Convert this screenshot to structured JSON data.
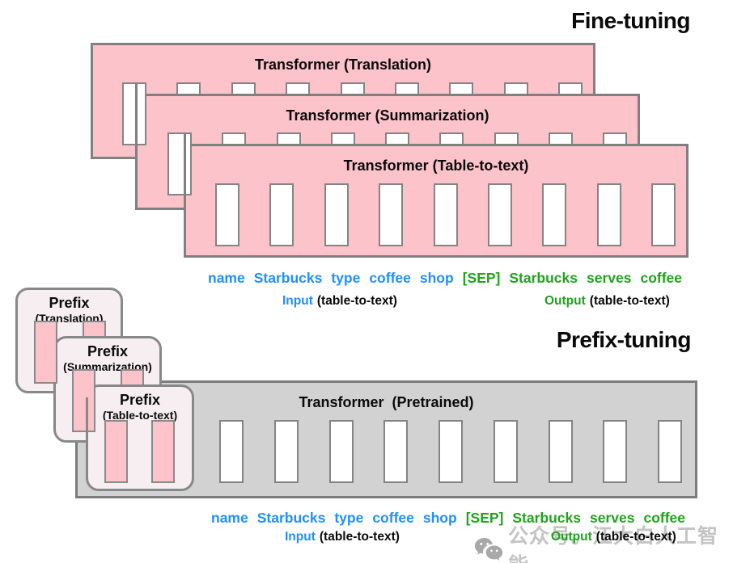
{
  "headings": {
    "fine_tuning": "Fine-tuning",
    "prefix_tuning": "Prefix-tuning"
  },
  "fine_tuning_section": {
    "transformers": [
      {
        "label": "Transformer (Translation)",
        "slots": 9
      },
      {
        "label": "Transformer (Summarization)",
        "slots": 9
      },
      {
        "label": "Transformer (Table-to-text)",
        "slots": 9
      }
    ]
  },
  "prefix_tuning_section": {
    "prefixes": [
      {
        "title": "Prefix",
        "subtitle": "(Translation)",
        "slots": 2
      },
      {
        "title": "Prefix",
        "subtitle": "(Summarization)",
        "slots": 2
      },
      {
        "title": "Prefix",
        "subtitle": "(Table-to-text)",
        "slots": 2
      }
    ],
    "transformer": {
      "label": "Transformer  (Pretrained)",
      "slots": 9
    }
  },
  "tokens": {
    "input": [
      "name",
      "Starbucks",
      "type",
      "coffee",
      "shop"
    ],
    "sep": "[SEP]",
    "output": [
      "Starbucks",
      "serves",
      "coffee"
    ]
  },
  "captions": {
    "input_label": "Input",
    "input_note": "(table-to-text)",
    "output_label": "Output",
    "output_note": "(table-to-text)"
  },
  "watermark": {
    "icon": "wechat-icon",
    "text": "公众号。江大白人工智能"
  },
  "colors": {
    "transformer_pink": "#fcc3cb",
    "pretrained_gray": "#d2d2d2",
    "box_border_gray": "#808080",
    "prefix_box_bg": "#f6eef0",
    "input_blue": "#1e90ff",
    "output_green": "#1fa41c",
    "watermark_gray": "#c4c4c4"
  }
}
